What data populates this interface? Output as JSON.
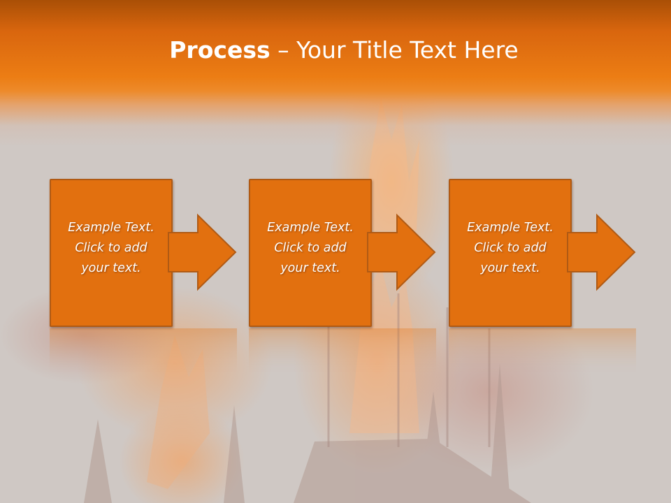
{
  "slide": {
    "title_bold": "Process",
    "title_rest": " – Your Title Text Here"
  },
  "steps": [
    {
      "text": "Example Text.\nClick  to add\nyour text."
    },
    {
      "text": "Example Text.\nClick  to add\nyour text."
    },
    {
      "text": "Example Text.\nClick  to add\nyour text."
    }
  ],
  "colors": {
    "header": "#ec7d14",
    "box_fill": "#e2700f",
    "box_border": "#b05a14",
    "background": "#cfc8c4"
  }
}
